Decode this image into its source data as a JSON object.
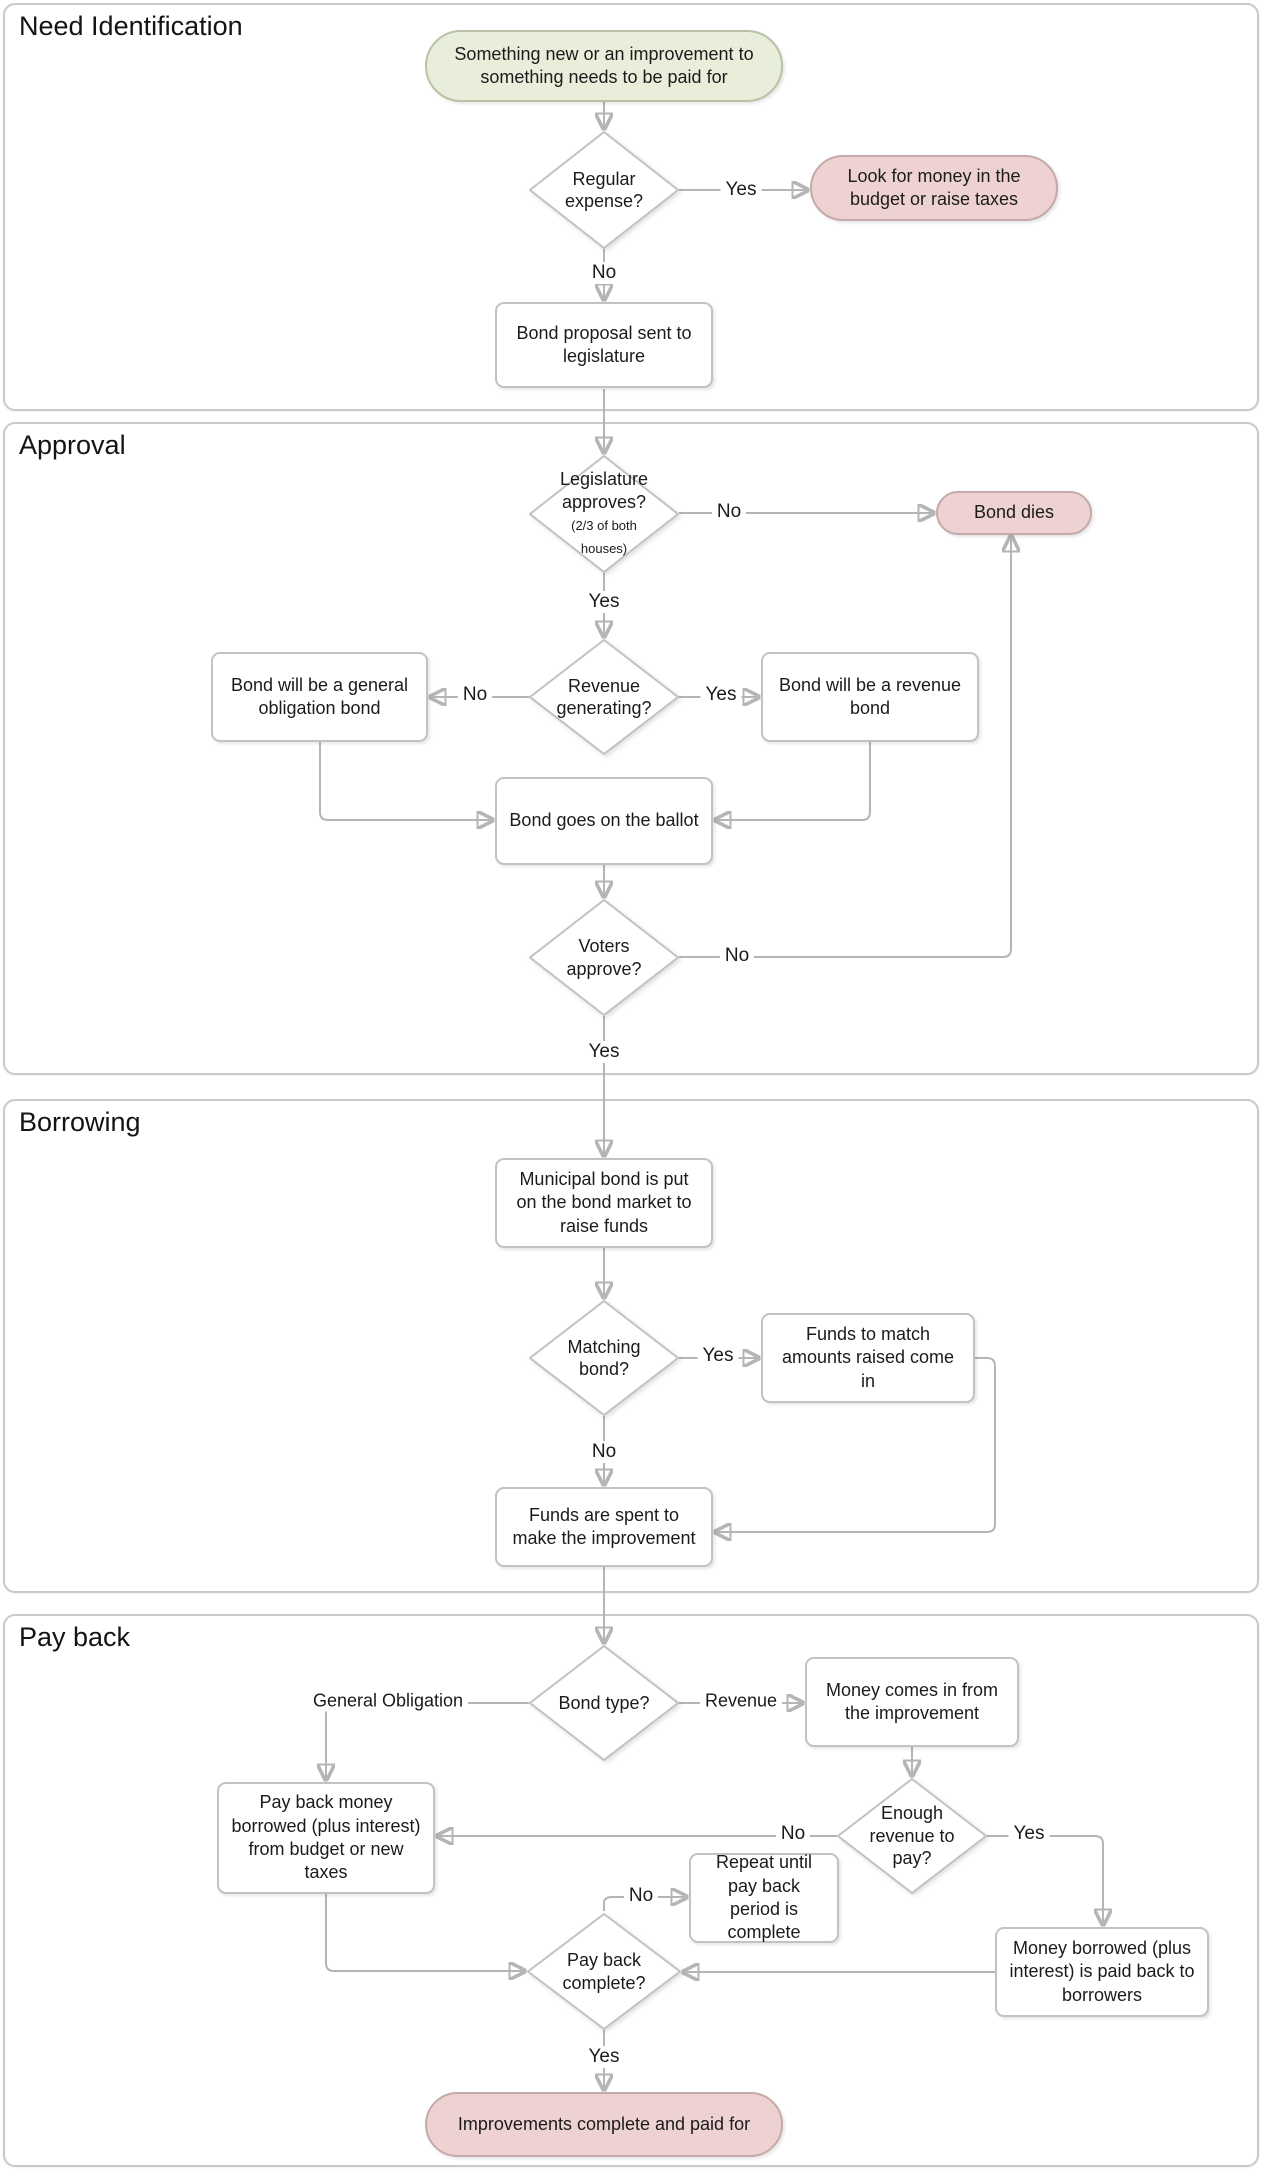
{
  "sections": [
    {
      "title": "Need Identification"
    },
    {
      "title": "Approval"
    },
    {
      "title": "Borrowing"
    },
    {
      "title": "Pay back"
    }
  ],
  "nodes": {
    "start": {
      "text": "Something new or an improvement to something needs to be paid for"
    },
    "regular_expense": {
      "text": "Regular expense?"
    },
    "look_for_money": {
      "text": "Look for money in the budget or raise taxes"
    },
    "bond_proposal": {
      "text": "Bond proposal sent to legislature"
    },
    "legislature_approves": {
      "text": "Legislature approves?",
      "subtext": "(2/3 of both houses)"
    },
    "bond_dies": {
      "text": "Bond dies"
    },
    "revenue_generating": {
      "text": "Revenue generating?"
    },
    "general_obligation_bond": {
      "text": "Bond will be a general obligation bond"
    },
    "revenue_bond": {
      "text": "Bond will be a revenue bond"
    },
    "ballot": {
      "text": "Bond goes on the ballot"
    },
    "voters_approve": {
      "text": "Voters approve?"
    },
    "municipal_bond_market": {
      "text": "Municipal bond is put on the bond market to raise funds"
    },
    "matching_bond": {
      "text": "Matching bond?"
    },
    "funds_match": {
      "text": "Funds to match amounts raised come in"
    },
    "funds_spent": {
      "text": "Funds are spent to make the improvement"
    },
    "bond_type": {
      "text": "Bond type?"
    },
    "money_comes_in": {
      "text": "Money comes in from the improvement"
    },
    "pay_back_money": {
      "text": "Pay back money borrowed (plus interest) from budget or new taxes"
    },
    "enough_revenue": {
      "text": "Enough revenue to pay?"
    },
    "repeat_until": {
      "text": "Repeat until pay back period is complete"
    },
    "money_paid_back": {
      "text": "Money borrowed (plus interest) is paid back to borrowers"
    },
    "pay_back_complete": {
      "text": "Pay back complete?"
    },
    "end": {
      "text": "Improvements complete and paid for"
    }
  },
  "labels": {
    "yes": "Yes",
    "no": "No",
    "general_obligation": "General Obligation",
    "revenue": "Revenue"
  },
  "colors": {
    "start_fill": "#e9eedb",
    "terminal_fill": "#eed2d2",
    "node_border": "#c2c2c2",
    "section_border": "#c9c9c9",
    "connector": "#b5b5b5",
    "text": "#1b1b1b"
  }
}
